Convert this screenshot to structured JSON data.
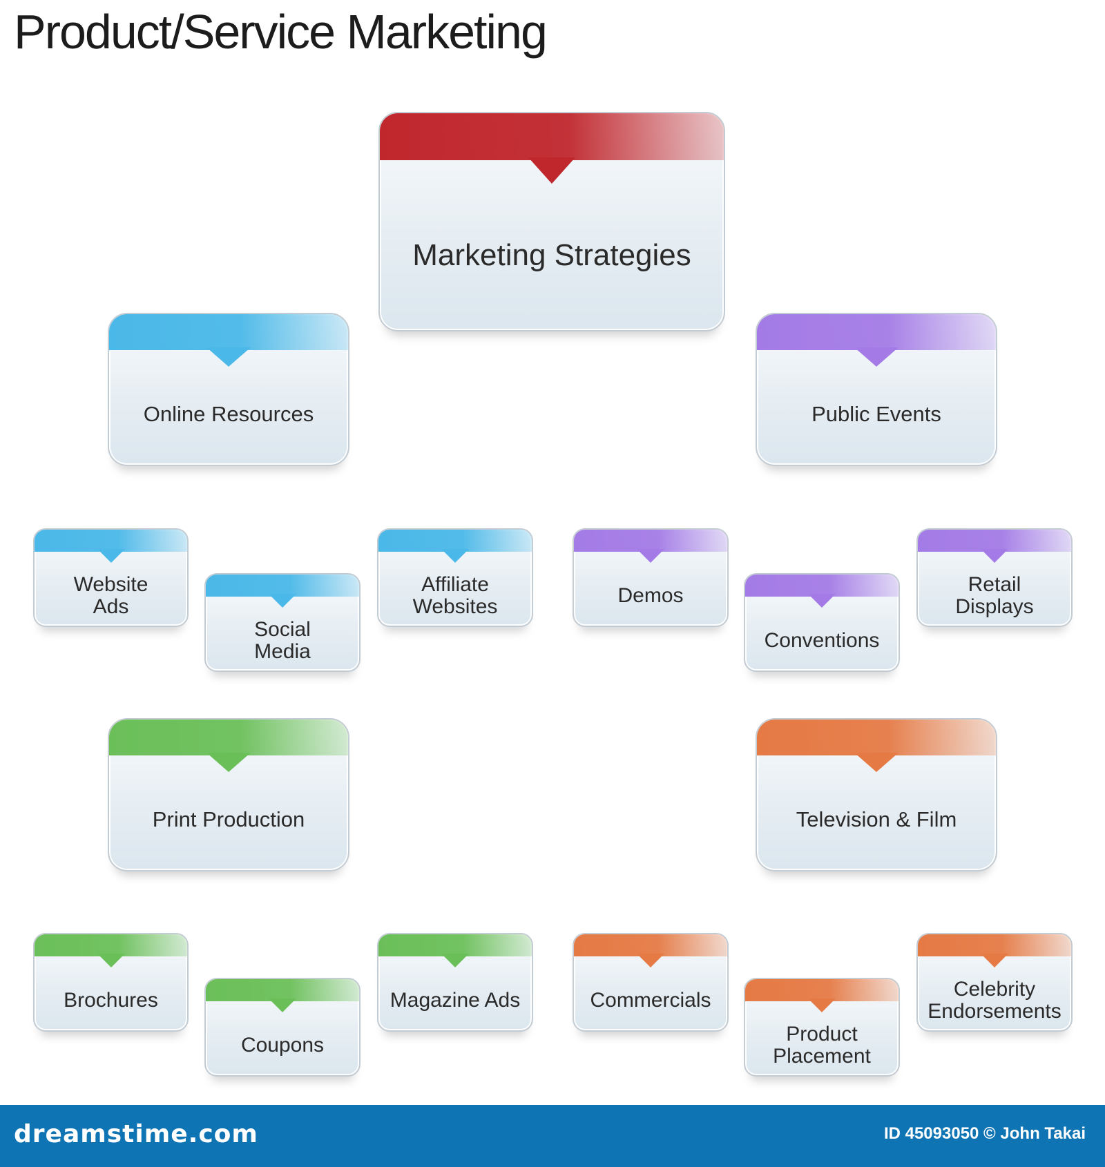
{
  "title": "Product/Service Marketing",
  "colors": {
    "red": "#c0272d",
    "blue": "#4ab8e8",
    "purple": "#a47be6",
    "green": "#6bbf59",
    "orange": "#e57a45",
    "footer": "#0f74b4"
  },
  "nodes": {
    "root": {
      "lines": [
        "Marketing Strategies"
      ],
      "color": "red"
    },
    "online": {
      "lines": [
        "Online Resources"
      ],
      "color": "blue"
    },
    "public": {
      "lines": [
        "Public Events"
      ],
      "color": "purple"
    },
    "website_ads": {
      "lines": [
        "Website",
        "Ads"
      ],
      "color": "blue"
    },
    "social_media": {
      "lines": [
        "Social",
        "Media"
      ],
      "color": "blue"
    },
    "affiliate": {
      "lines": [
        "Affiliate",
        "Websites"
      ],
      "color": "blue"
    },
    "demos": {
      "lines": [
        "Demos"
      ],
      "color": "purple"
    },
    "conventions": {
      "lines": [
        "Conventions"
      ],
      "color": "purple"
    },
    "retail": {
      "lines": [
        "Retail",
        "Displays"
      ],
      "color": "purple"
    },
    "print": {
      "lines": [
        "Print Production"
      ],
      "color": "green"
    },
    "tv": {
      "lines": [
        "Television & Film"
      ],
      "color": "orange"
    },
    "brochures": {
      "lines": [
        "Brochures"
      ],
      "color": "green"
    },
    "coupons": {
      "lines": [
        "Coupons"
      ],
      "color": "green"
    },
    "magazine": {
      "lines": [
        "Magazine Ads"
      ],
      "color": "green"
    },
    "commercials": {
      "lines": [
        "Commercials"
      ],
      "color": "orange"
    },
    "placement": {
      "lines": [
        "Product",
        "Placement"
      ],
      "color": "orange"
    },
    "celebrity": {
      "lines": [
        "Celebrity",
        "Endorsements"
      ],
      "color": "orange"
    }
  },
  "footer": {
    "brand": "dreamstime.com",
    "credit": "ID 45093050 © John Takai"
  }
}
